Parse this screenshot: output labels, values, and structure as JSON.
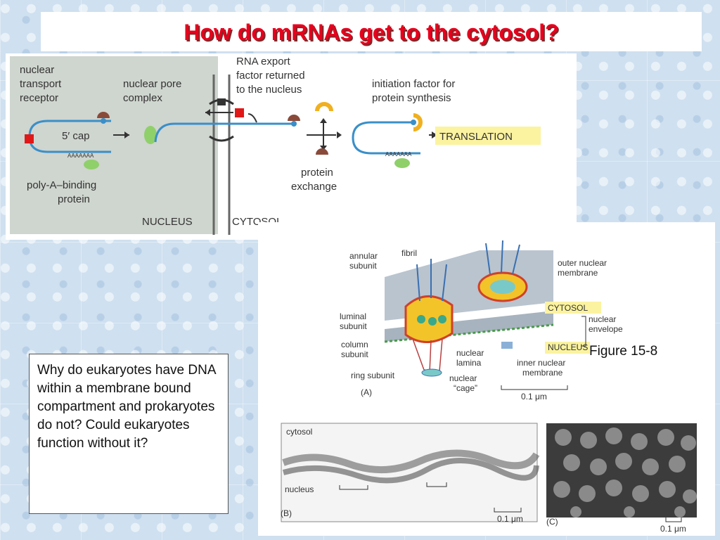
{
  "slide": {
    "title": "How do mRNAs get to the cytosol?",
    "question": "Why do eukaryotes have DNA within a membrane bound compartment and prokaryotes do not? Could eukaryotes function without it?",
    "figure_label": "Figure 15-8"
  },
  "top_figure": {
    "labels": {
      "nuclear_transport_receptor": [
        "nuclear",
        "transport",
        "receptor"
      ],
      "nuclear_pore_complex": [
        "nuclear pore",
        "complex"
      ],
      "rna_export_factor": [
        "RNA export",
        "factor returned",
        "to the nucleus"
      ],
      "initiation_factor": [
        "initiation factor for",
        "protein synthesis"
      ],
      "cap": "5′ cap",
      "polya_tail": "AAAAAAA",
      "polya_binding_protein": [
        "poly-A–binding",
        "protein"
      ],
      "protein_exchange": [
        "protein",
        "exchange"
      ],
      "translation": "TRANSLATION",
      "nucleus": "NUCLEUS",
      "cytosol": "CYTOSOL"
    }
  },
  "bottom_figure": {
    "labels": {
      "annular_subunit": [
        "annular",
        "subunit"
      ],
      "fibril": "fibril",
      "outer_nuclear_membrane": [
        "outer nuclear",
        "membrane"
      ],
      "cytosol": "CYTOSOL",
      "luminal_subunit": [
        "luminal",
        "subunit"
      ],
      "nuclear_envelope": [
        "nuclear",
        "envelope"
      ],
      "column_subunit": [
        "column",
        "subunit"
      ],
      "nucleus": "NUCLEUS",
      "nuclear_lamina": [
        "nuclear",
        "lamina"
      ],
      "inner_nuclear_membrane": [
        "inner  nuclear",
        "membrane"
      ],
      "ring_subunit": "ring subunit",
      "nuclear_cage": [
        "nuclear",
        "“cage”"
      ],
      "panel_a": "(A)",
      "scale_a": "0.1 μm",
      "micro_cytosol": "cytosol",
      "micro_nucleus": "nucleus",
      "panel_b": "(B)",
      "scale_b": "0.1 μm",
      "panel_c": "(C)",
      "scale_c": "0.1 μm"
    }
  }
}
